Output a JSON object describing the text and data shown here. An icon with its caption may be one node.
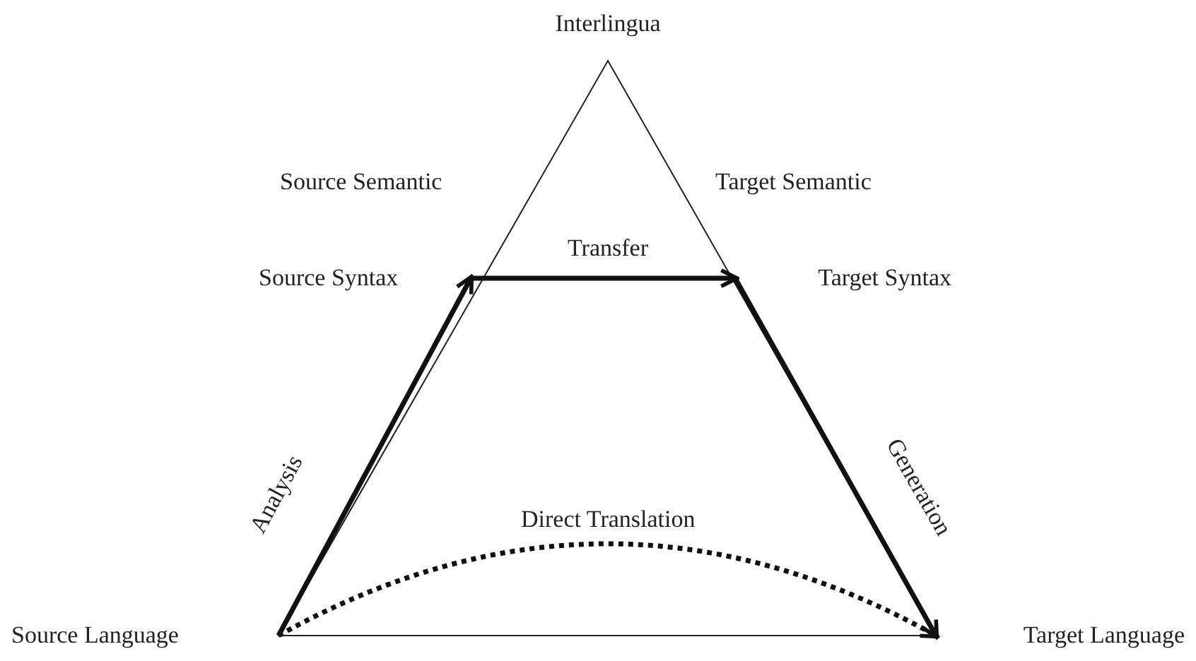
{
  "diagram": {
    "nodes": [
      {
        "text": [
          "Interlingua"
        ]
      },
      {
        "text": [
          "Source Semantic"
        ]
      },
      {
        "text": [
          "Target Semantic"
        ]
      },
      {
        "text": [
          "Source Syntax"
        ]
      },
      {
        "text": [
          "Target Syntax"
        ]
      },
      {
        "text": [
          "Source Language"
        ]
      },
      {
        "text": [
          "Target Language"
        ]
      }
    ],
    "edges": [
      {
        "from": 5,
        "to": 3,
        "arrow": "to",
        "label": "Analysis"
      },
      {
        "from": 3,
        "to": 4,
        "arrow": "to",
        "label": "Transfer"
      },
      {
        "from": 4,
        "to": 6,
        "arrow": "to",
        "label": "Generation"
      },
      {
        "from": 5,
        "to": 6,
        "arrow": "to",
        "label": "Direct Translation",
        "style": "dashed"
      }
    ]
  }
}
